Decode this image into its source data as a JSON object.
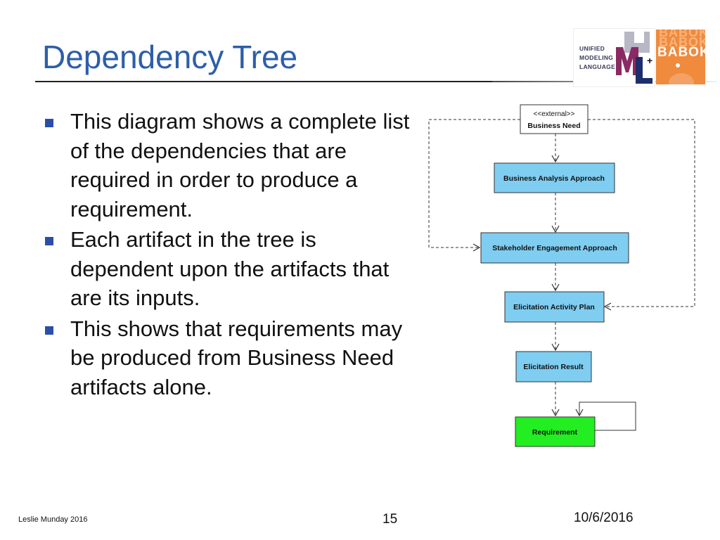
{
  "slide": {
    "title": "Dependency Tree",
    "bullets": [
      "This diagram shows a complete list of the dependencies that are required in order to produce a requirement.",
      "Each artifact in the tree is dependent upon the artifacts that are its inputs.",
      "This shows that requirements may be produced from Business Need artifacts alone."
    ]
  },
  "logos": {
    "uml_text": [
      "UNIFIED",
      "MODELING",
      "LANGUAGE"
    ],
    "uml_letters": "UML",
    "plus": "+",
    "babok_text": "BABOK"
  },
  "diagram": {
    "nodes": {
      "business_need_stereotype": "<<external>>",
      "business_need": "Business Need",
      "analysis_approach": "Business Analysis Approach",
      "engagement_approach": "Stakeholder Engagement Approach",
      "activity_plan": "Elicitation Activity Plan",
      "elicitation_result": "Elicitation Result",
      "requirement": "Requirement"
    },
    "colors": {
      "node_fill": "#7fcdf0",
      "requirement_fill": "#22ee22",
      "external_fill": "#ffffff",
      "stroke": "#333333"
    }
  },
  "footer": {
    "author": "Leslie Munday 2016",
    "page": "15",
    "date": "10/6/2016"
  }
}
